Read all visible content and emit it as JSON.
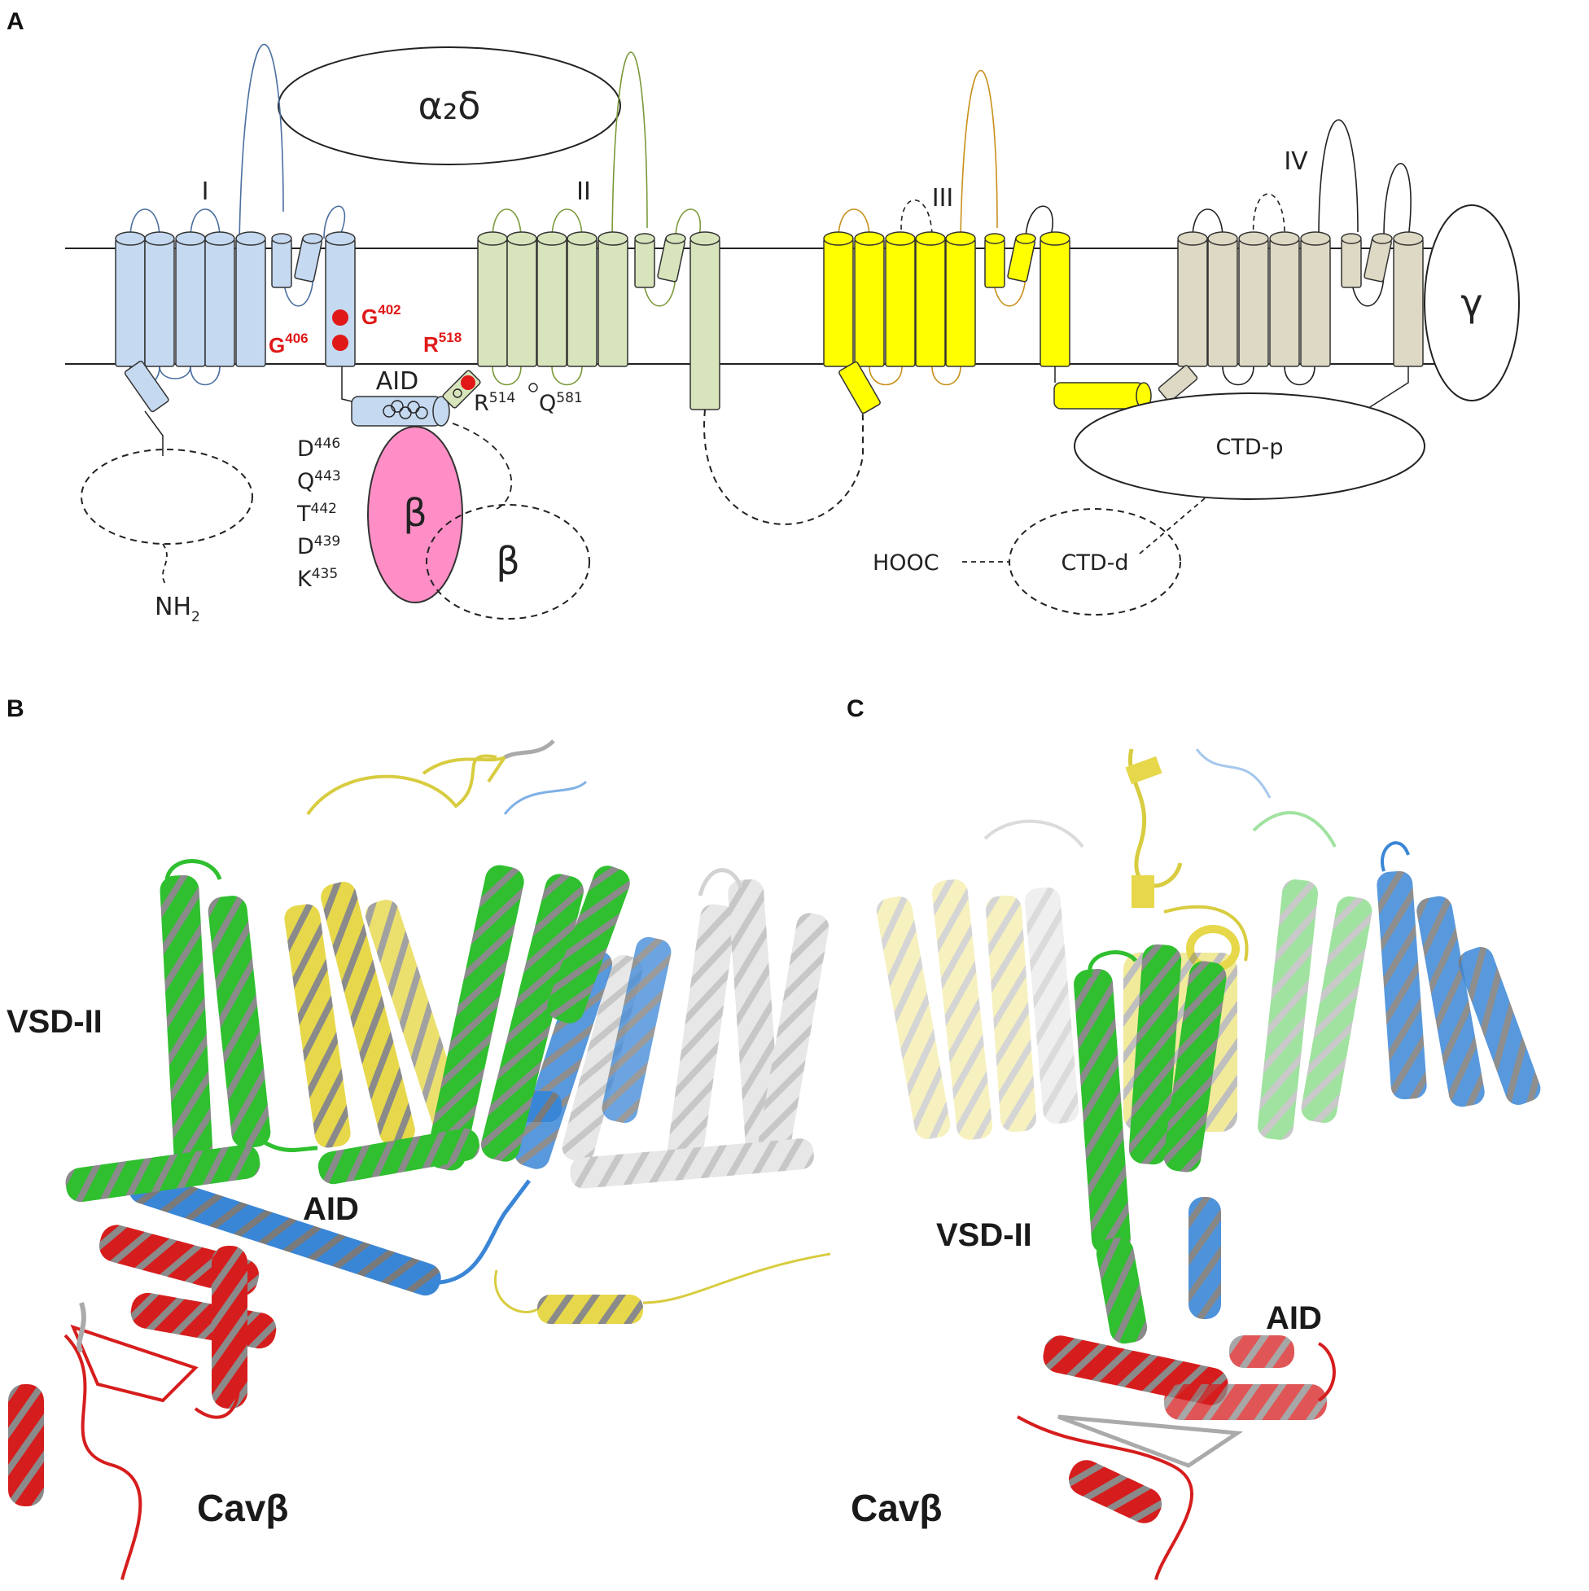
{
  "panels": {
    "a": "A",
    "b": "B",
    "c": "C"
  },
  "domains": {
    "d1": "I",
    "d2": "II",
    "d3": "III",
    "d4": "IV"
  },
  "subunits": {
    "alpha2delta": "α₂δ",
    "gamma": "γ",
    "beta": "β",
    "beta_alt": "β"
  },
  "regions": {
    "aid": "AID",
    "ctd_p": "CTD-p",
    "ctd_d": "CTD-d",
    "hooc": "HOOC",
    "nh2_base": "NH",
    "nh2_sub": "2"
  },
  "mutations": [
    {
      "base": "G",
      "sup": "402"
    },
    {
      "base": "G",
      "sup": "406"
    },
    {
      "base": "R",
      "sup": "518"
    }
  ],
  "residues": [
    {
      "base": "D",
      "sup": "446"
    },
    {
      "base": "Q",
      "sup": "443"
    },
    {
      "base": "T",
      "sup": "442"
    },
    {
      "base": "D",
      "sup": "439"
    },
    {
      "base": "K",
      "sup": "435"
    },
    {
      "base": "R",
      "sup": "514"
    },
    {
      "base": "Q",
      "sup": "581"
    }
  ],
  "panel_b": {
    "vsd": "VSD-II",
    "aid": "AID",
    "cavb": "Cavβ"
  },
  "panel_c": {
    "vsd": "VSD-II",
    "aid": "AID",
    "cavb": "Cavβ"
  },
  "colors": {
    "domain_I": "#c5d9f1",
    "domain_II": "#d8e4bc",
    "domain_III": "#ffff00",
    "domain_IV": "#ddd9c4",
    "beta": "#ff8ec6",
    "mutation": "#e01818",
    "helix_green": "#2fbf2f",
    "helix_yellow": "#e6d84a",
    "helix_blue": "#3a86d6",
    "helix_red": "#d61d1d",
    "helix_gray": "#c8c8c8"
  }
}
